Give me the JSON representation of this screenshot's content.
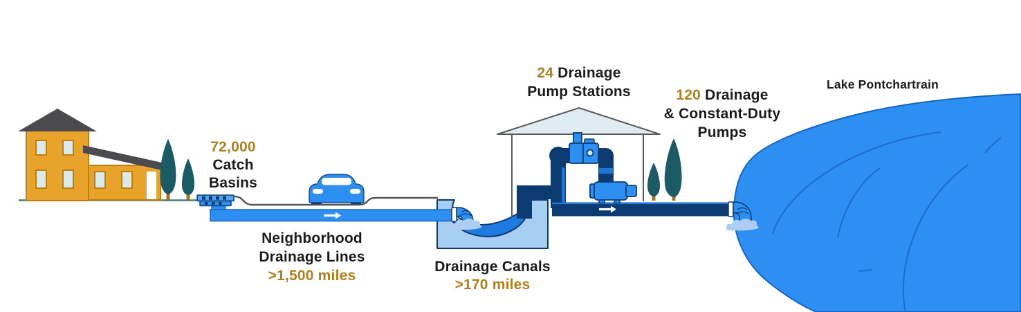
{
  "title": "City drainage system diagram",
  "colors": {
    "accent_gold": "#b0801e",
    "text_dark": "#1b1b1b",
    "pipe_blue": "#2e8ff2",
    "pipe_navy": "#0b3b70",
    "water_blue": "#1e7ce0",
    "canal_light_blue": "#a9cef4",
    "splash_blue": "#aecdf3",
    "lake_blue": "#2e8ff2",
    "lake_outline": "#1565c0",
    "house_gold": "#e8a42a",
    "house_outline": "#bb7f12",
    "roof_gray": "#4a4a4f",
    "tree_teal": "#1a5b66",
    "trunk_brown": "#a9701e",
    "station_roof": "#dfedf3",
    "window_blue": "#d9e9ee"
  },
  "labels": {
    "catch_basins": {
      "value": "72,000",
      "line1": "Catch",
      "line2": "Basins"
    },
    "drainage_lines": {
      "line1": "Neighborhood",
      "line2": "Drainage Lines",
      "value": ">1,500 miles"
    },
    "drainage_canals": {
      "line1": "Drainage Canals",
      "value": ">170 miles"
    },
    "pump_stations": {
      "value": "24",
      "rest": "Drainage",
      "line2": "Pump Stations"
    },
    "pumps": {
      "value": "120",
      "rest": "Drainage",
      "line2": "& Constant-Duty",
      "line3": "Pumps"
    },
    "lake": {
      "name": "Lake Pontchartrain"
    }
  },
  "icons": {
    "house": "residential house",
    "trees": "cypress trees",
    "catch_basin": "street catch basin grate",
    "car": "car on street",
    "drainage_pipe": "underground drainage pipe with flow arrow",
    "canal": "open drainage canal cross-section",
    "outfall": "pipe outfall with splash",
    "pump_station": "drainage pump station building with pumps",
    "lake": "lake water body with contour lines"
  }
}
